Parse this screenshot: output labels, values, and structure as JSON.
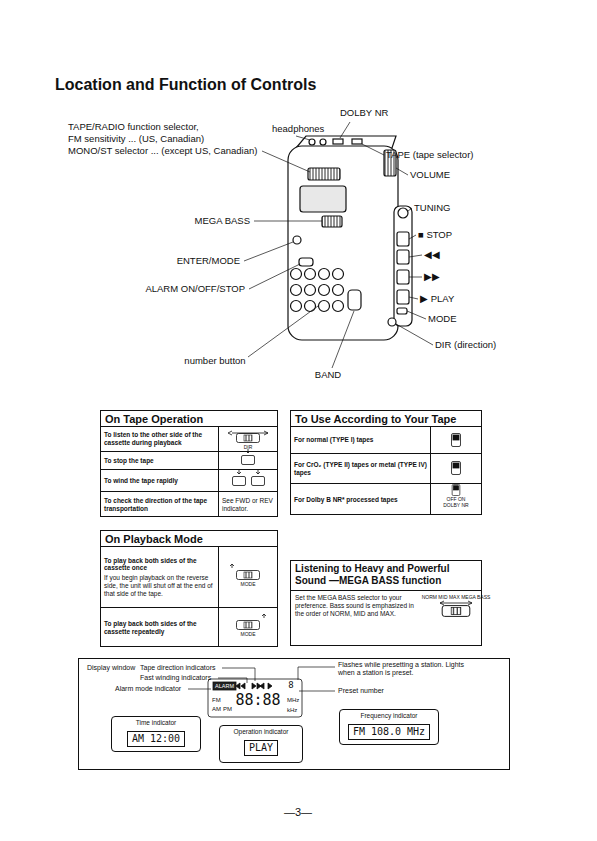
{
  "diagram": {
    "title": "Location and Function of Controls",
    "nodes": [
      {
        "text": [
          "On Tape Operation"
        ]
      },
      {
        "text": [
          "To listen to the other side of the cassette during playback"
        ],
        "in": 0
      },
      {
        "text": [
          "To stop the tape"
        ],
        "in": 0
      },
      {
        "text": [
          "To wind the tape rapidly"
        ],
        "in": 0
      },
      {
        "text": [
          "To check the direction of the tape transportation",
          "See FWD or REV indicator."
        ],
        "in": 0
      },
      {
        "text": [
          "To Use According to Your Tape"
        ]
      },
      {
        "text": [
          "For normal (TYPE I) tapes"
        ],
        "in": 5
      },
      {
        "text": [
          "For CrO₂ (TYPE II) tapes or metal (TYPE IV) tapes"
        ],
        "in": 5
      },
      {
        "text": [
          "For Dolby B NR* processed tapes"
        ],
        "in": 5
      },
      {
        "text": [
          "On Playback Mode"
        ]
      },
      {
        "text": [
          "To play back both sides of the cassette once",
          "If you begin playback on the reverse side, the unit will shut off at the end of that side of the tape."
        ],
        "in": 9
      },
      {
        "text": [
          "To play back both sides of the cassette repeatedly"
        ],
        "in": 9
      },
      {
        "text": [
          "Listening to Heavy and Powerful Sound —MEGA BASS function",
          "Set the MEGA BASS selector to your preference. Bass sound is emphasized in the order of NORM, MID and MAX."
        ]
      },
      {
        "text": [
          "Display window"
        ]
      },
      {
        "text": [
          "Time indicator",
          "AM 12:00"
        ],
        "in": 13
      },
      {
        "text": [
          "Operation indicator",
          "PLAY"
        ],
        "in": 13
      },
      {
        "text": [
          "Frequency indicator",
          "FM 108.0 MHz"
        ],
        "in": 13
      }
    ],
    "labels": [
      "TAPE/RADIO function selector,",
      "FM sensitivity ... (US, Canadian)",
      "MONO/ST selector ... (except US, Canadian)",
      "headphones",
      "DOLBY NR",
      "TAPE (tape selector)",
      "VOLUME",
      "MEGA BASS",
      "TUNING",
      "■ STOP",
      "ENTER/MODE",
      "◀◀",
      "▶▶",
      "ALARM ON/OFF/STOP",
      "▶ PLAY",
      "MODE",
      "DIR (direction)",
      "number button",
      "BAND",
      "DIR",
      "MODE",
      "MODE",
      "OFF ON",
      "DOLBY NR",
      "NORM MID MAX MEGA BASS",
      "Tape direction indicators",
      "Fast winding indicators",
      "Alarm mode indicator",
      "Flashes while presetting a station. Lights when a station is preset.",
      "Preset number",
      "ALARM",
      "8",
      "FM",
      "AM",
      "PM",
      "88:88",
      "MHz",
      "kHz",
      "—3—"
    ]
  }
}
